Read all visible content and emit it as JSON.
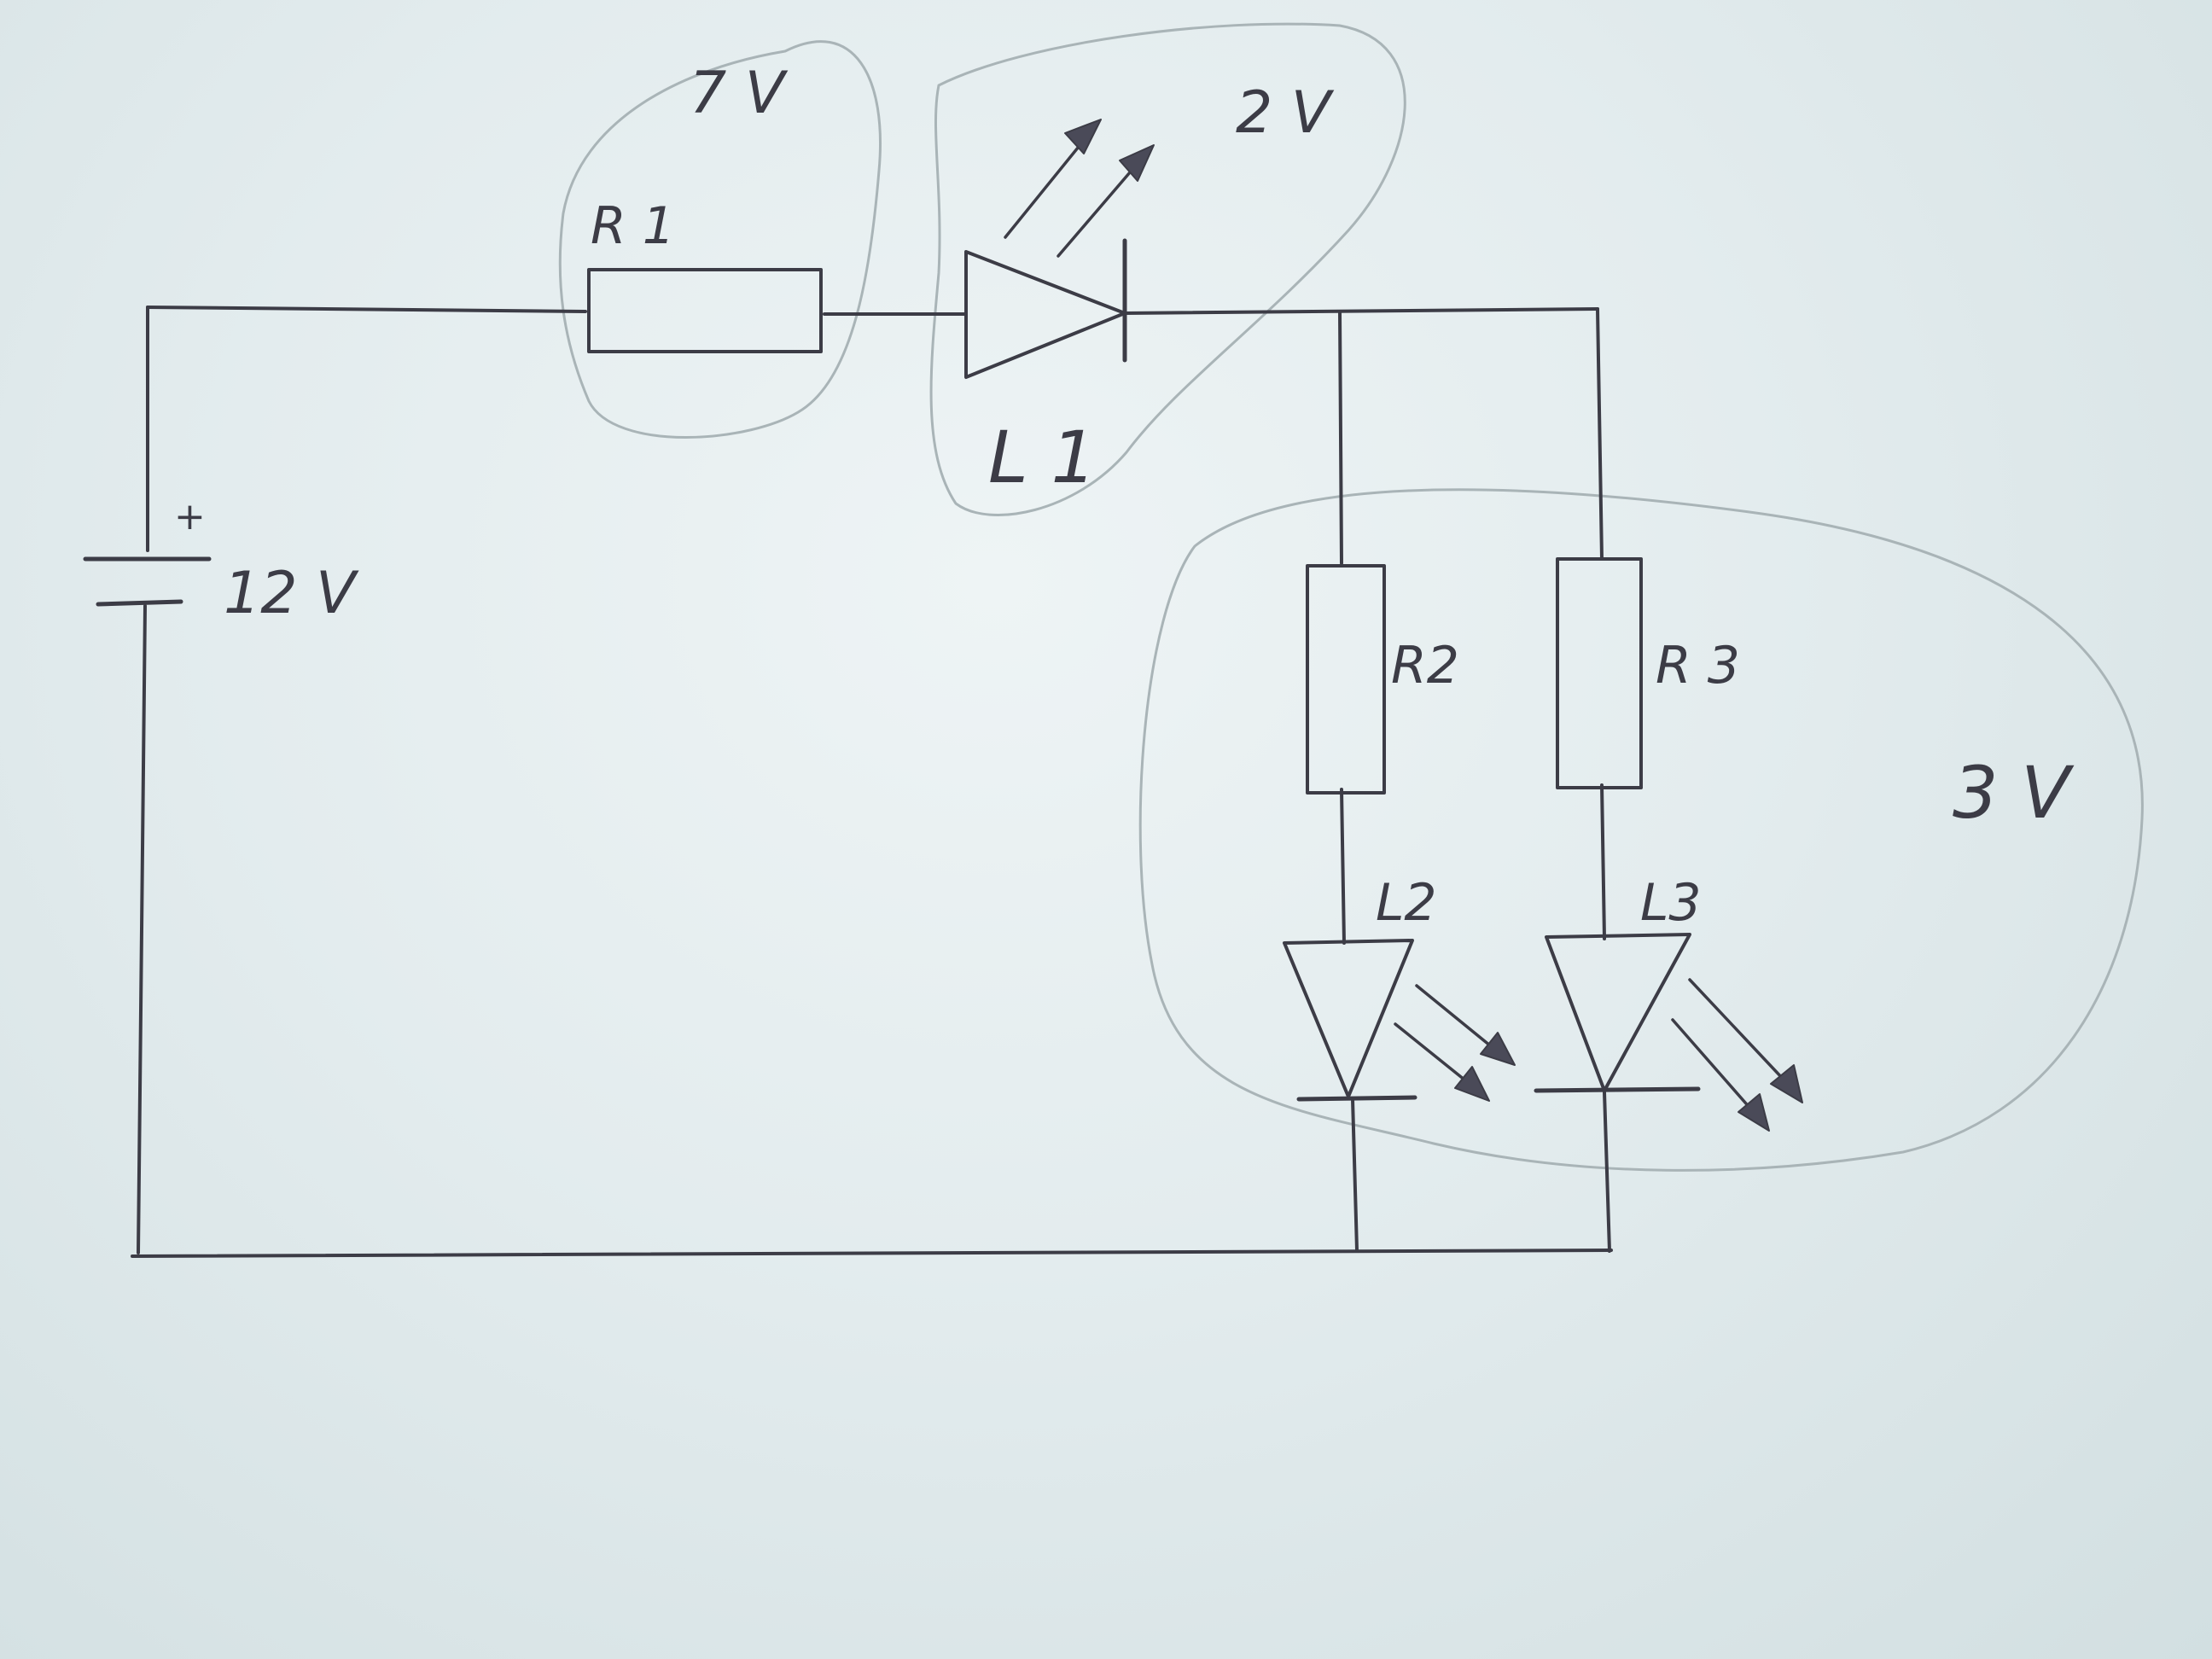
{
  "battery": {
    "plus_sign": "+",
    "label": "12 V"
  },
  "components": {
    "r1": "R 1",
    "l1": "L 1",
    "r2": "R2",
    "r3": "R 3",
    "l2": "L2",
    "l3": "L3"
  },
  "voltage_groups": {
    "r1_group": "7 V",
    "l1_group": "2 V",
    "parallel_group": "3 V"
  },
  "colors": {
    "paper": "#e6eef0",
    "ink": "#3c3c46",
    "pencil": "#a9b4b7"
  }
}
